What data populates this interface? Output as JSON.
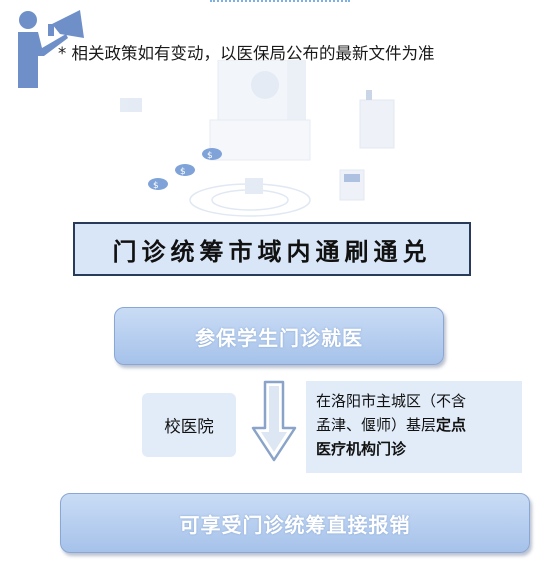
{
  "notice": {
    "text": "* 相关政策如有变动，以医保局公布的最新文件为准",
    "icon": "megaphone-person-icon"
  },
  "title_box": {
    "text": "门诊统筹市域内通刷通兑"
  },
  "flow": {
    "step1": "参保学生门诊就医",
    "campus_option": "校医院",
    "city_option": {
      "line1": "在洛阳市主城区（不含",
      "line2a": "孟津、偃师）基层",
      "line2b": "定点",
      "line3": "医疗机构门诊"
    },
    "result": "可享受门诊统筹直接报销"
  },
  "colors": {
    "title_bg": "#d9e6f7",
    "pill_top": "#c9dcf5",
    "pill_bottom": "#a6c2ea",
    "option_bg": "#e2ecf9",
    "icon_blue": "#6e8fc8"
  }
}
